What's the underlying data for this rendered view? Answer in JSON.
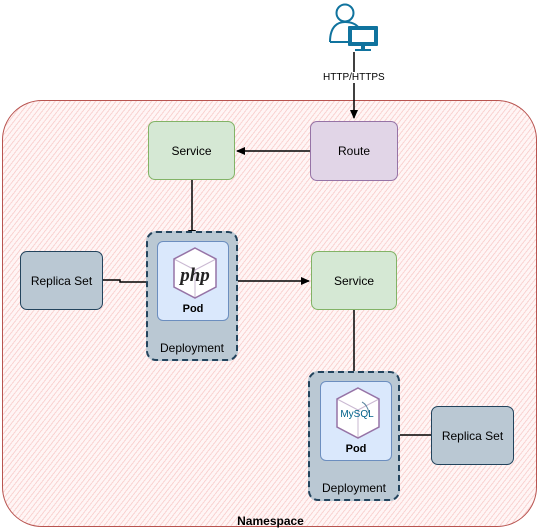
{
  "namespace": {
    "label": "Namespace"
  },
  "client": {
    "icon": "user-computer-icon",
    "protocol_label": "HTTP/HTTPS"
  },
  "route": {
    "label": "Route"
  },
  "service_top": {
    "label": "Service"
  },
  "service_mid": {
    "label": "Service"
  },
  "replica_set_left": {
    "label": "Replica Set"
  },
  "replica_set_right": {
    "label": "Replica Set"
  },
  "deployment_php": {
    "label": "Deployment",
    "pod_label": "Pod",
    "logo_text": "php"
  },
  "deployment_mysql": {
    "label": "Deployment",
    "pod_label": "Pod",
    "logo_text": "MySQL"
  },
  "colors": {
    "namespace_border": "#b85450",
    "service_fill": "#d5e8d4",
    "route_fill": "#e1d5e7",
    "replica_fill": "#bac8d3",
    "pod_fill": "#dae8fc",
    "icon_color": "#10739e"
  }
}
